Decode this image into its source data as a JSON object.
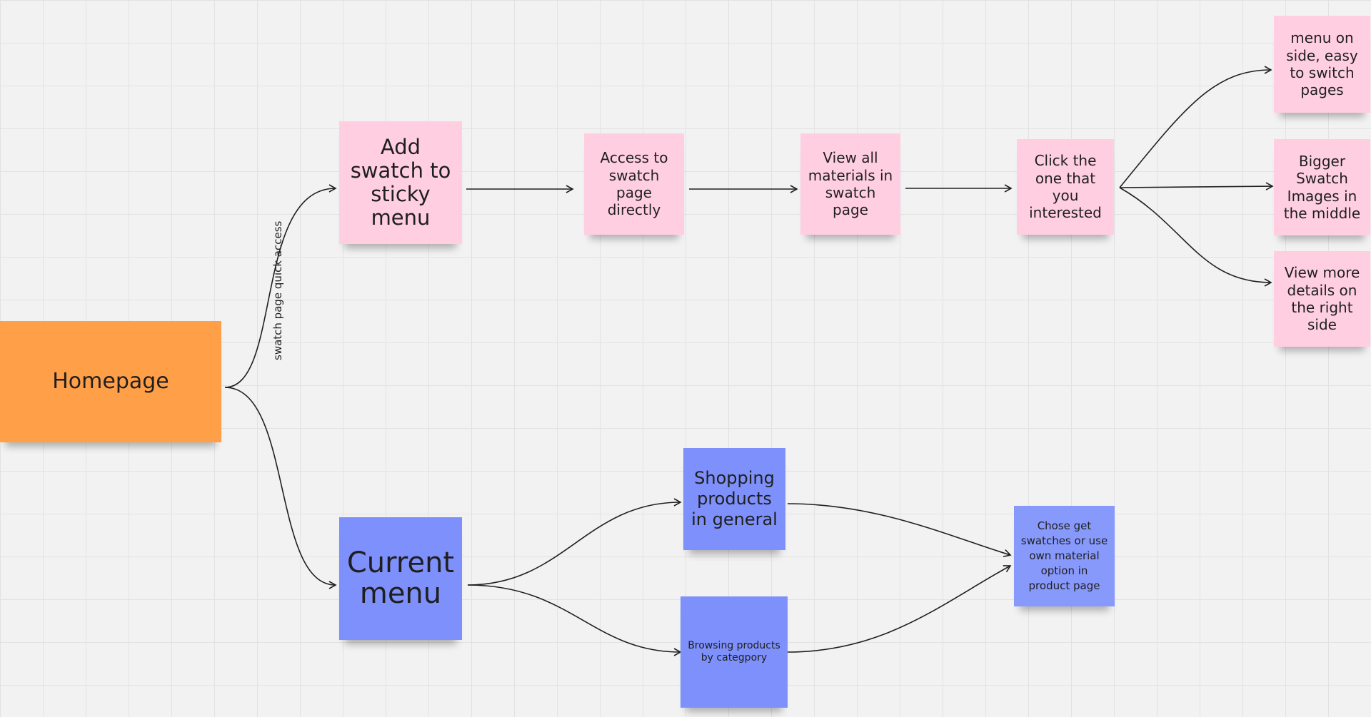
{
  "canvas": {
    "grid_color": "#e2e2e2",
    "background": "#f2f2f2",
    "connector_color": "#1f1f1f"
  },
  "notes": {
    "homepage": {
      "text": "Homepage",
      "color": "#ff9f48"
    },
    "add_swatch": {
      "text": "Add swatch to sticky menu",
      "color": "#ffcfe1"
    },
    "access_swatch": {
      "text": "Access to swatch page directly",
      "color": "#ffcfe1"
    },
    "view_materials": {
      "text": "View all materials in swatch page",
      "color": "#ffcfe1"
    },
    "click_interested": {
      "text": "Click the one that you interested",
      "color": "#ffcfe1"
    },
    "menu_side": {
      "text": "menu on side, easy to switch pages",
      "color": "#ffcfe1"
    },
    "bigger_swatch": {
      "text": "Bigger Swatch Images in the middle",
      "color": "#ffcfe1"
    },
    "view_details": {
      "text": "View more details on the right side",
      "color": "#ffcfe1"
    },
    "current_menu": {
      "text": "Current menu",
      "color": "#7e90fb"
    },
    "shopping_products": {
      "text": "Shopping products in general",
      "color": "#7e90fb"
    },
    "browsing_products": {
      "text": "Browsing products by categpory",
      "color": "#7e90fb"
    },
    "chose_swatches": {
      "text": "Chose get swatches or use own material option in product page",
      "color": "#8899fc"
    }
  },
  "connector_labels": {
    "homepage_to_add_swatch": "swatch page quick access"
  }
}
